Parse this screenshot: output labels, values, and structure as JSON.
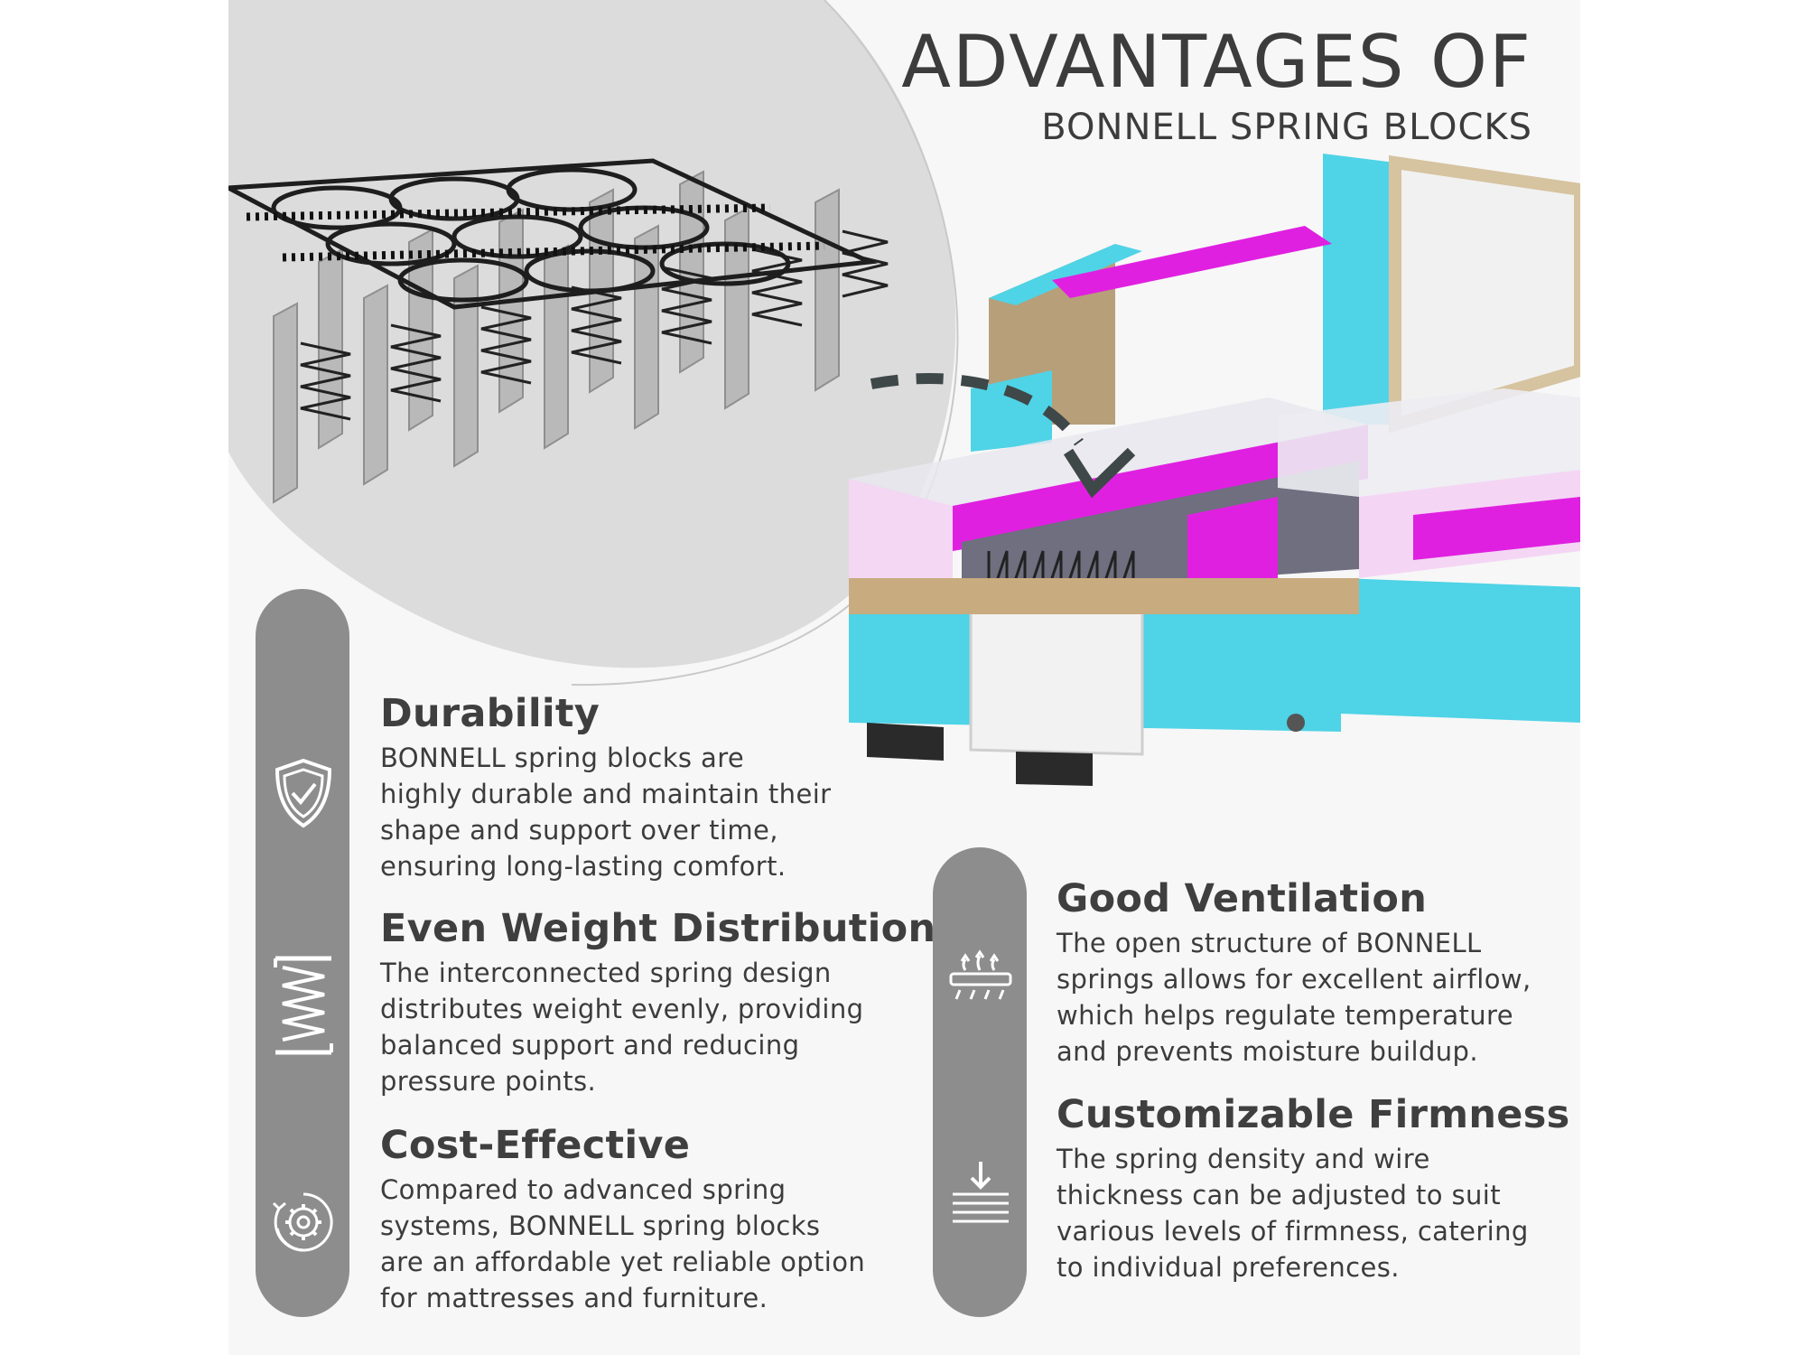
{
  "header": {
    "title": "ADVANTAGES OF",
    "subtitle": "BONNELL SPRING BLOCKS"
  },
  "features": [
    {
      "title": "Durability",
      "text": "BONNELL spring blocks are\nhighly durable and maintain their\nshape and support over time,\nensuring long-lasting comfort.",
      "icon": "shield-check-icon"
    },
    {
      "title": "Even Weight Distribution",
      "text": "The interconnected spring design\ndistributes weight evenly, providing\nbalanced support and reducing\npressure points.",
      "icon": "spring-coil-icon"
    },
    {
      "title": "Cost-Effective",
      "text": "Compared to advanced spring\nsystems, BONNELL spring blocks\n are an affordable yet reliable option\nfor mattresses and furniture.",
      "icon": "gear-cycle-icon"
    },
    {
      "title": "Good Ventilation",
      "text": "The open structure of BONNELL\nsprings allows for excellent airflow,\nwhich helps regulate temperature\nand prevents moisture buildup.",
      "icon": "airflow-icon"
    },
    {
      "title": "Customizable Firmness",
      "text": "The spring density and wire\nthickness can be adjusted to suit\nvarious levels of firmness, catering\nto individual preferences.",
      "icon": "pressure-layers-icon"
    }
  ],
  "colors": {
    "pill": "#8d8d8d",
    "text": "#3c3c3c",
    "frame_cyan": "#4fd3e6",
    "foam_magenta": "#e020e0"
  }
}
